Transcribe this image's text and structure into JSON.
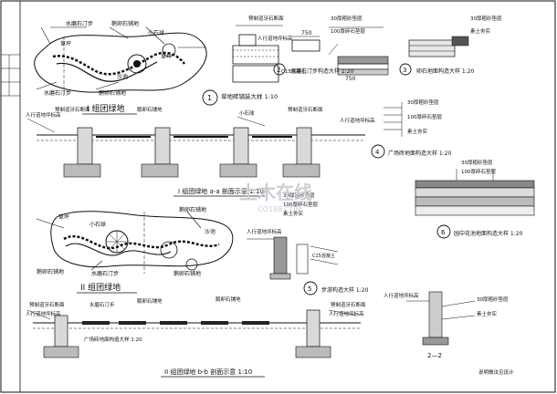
{
  "labels": {
    "plan1_title": "I 组团绿地",
    "plan2_title": "II 组团绿地",
    "lawn_a": "草坪",
    "lawn_b": "草坪",
    "lawn_c": "草坪",
    "stepping_stone": "水磨石汀步",
    "paving": "鹅卵石铺地",
    "small_stone": "小石球",
    "sand_pit": "沙池",
    "detail1_title": "草地砖铺装大样 1:10",
    "detail2_title": "水磨石汀步构造大样 1:20",
    "detail3_title": "卵石地面构造大样 1:20",
    "section1_title": "I 组团绿地 a-a 剖面示意 1:10",
    "detail4_title": "广场砖地面构造大样 1:20",
    "detail5_title": "步游构造大样 1:20",
    "detail6_title": "园中花池地面构造大样 1:20",
    "section2_title": "II 组团绿地 b-b 剖面示意 1:10",
    "road_edge": "人行道地坪标高",
    "curb": "预制道牙石断面",
    "sand_cushion": "30厚粗砂垫层",
    "gravel": "100厚碎石垫层",
    "soil": "素土夯实",
    "concrete": "C15混凝土",
    "note": "说明做法见设计",
    "dim_750": "750",
    "num_1": "1",
    "num_2": "2",
    "num_3": "3",
    "num_4": "4",
    "num_5": "5",
    "num_6": "6",
    "sec_22": "2—2",
    "watermark": "土木在线",
    "watermark_sub": "CO188.COM"
  }
}
